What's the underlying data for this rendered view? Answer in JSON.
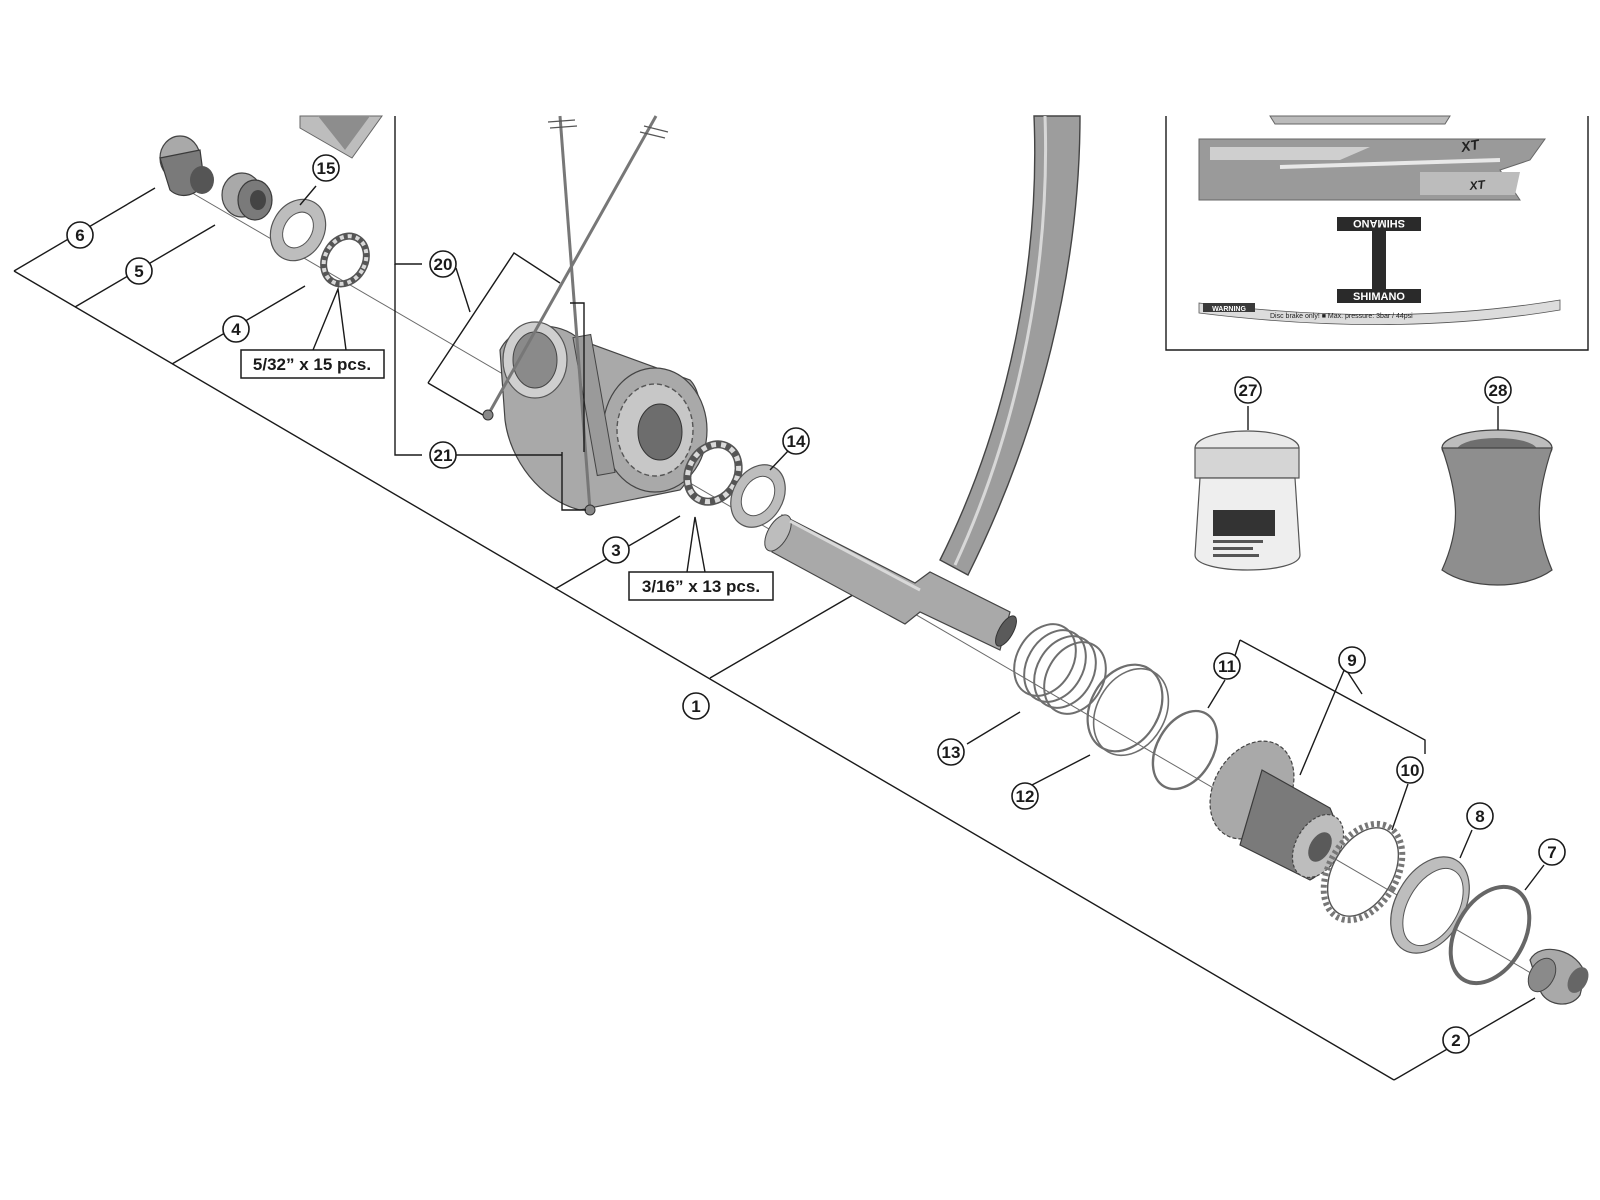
{
  "callouts": {
    "p1": "1",
    "p2": "2",
    "p3": "3",
    "p4": "4",
    "p5": "5",
    "p6": "6",
    "p7": "7",
    "p8": "8",
    "p9": "9",
    "p10": "10",
    "p11": "11",
    "p12": "12",
    "p13": "13",
    "p14": "14",
    "p15": "15",
    "p20": "20",
    "p21": "21",
    "p27": "27",
    "p28": "28"
  },
  "quantities": {
    "small_balls": "5/32” x 15 pcs.",
    "large_balls": "3/16” x 13 pcs."
  },
  "decal": {
    "brand": "SHIMANO",
    "brand_mirrored": "SHIMANO",
    "model": "XT",
    "warning": "WARNING",
    "warning_text": "Disc brake only! ■ Max. pressure: 3bar / 44psi"
  },
  "colors": {
    "line": "#1a1a1a",
    "part_fill": "#a9a9a9",
    "decal_fill": "#9a9a9a"
  }
}
